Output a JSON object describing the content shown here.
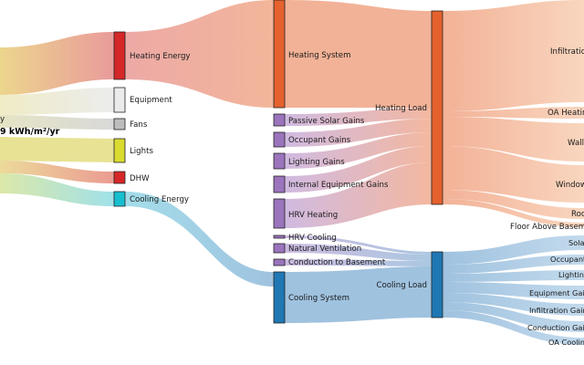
{
  "diagram": {
    "type": "sankey",
    "source_labels": {
      "energy_partial": "y",
      "total_partial": "9 kWh/m²/yr"
    },
    "uses": [
      {
        "key": "heating_energy",
        "label": "Heating Energy",
        "color": "#d62728"
      },
      {
        "key": "equipment",
        "label": "Equipment",
        "color": "#e8e8e8"
      },
      {
        "key": "fans",
        "label": "Fans",
        "color": "#bdbdbd"
      },
      {
        "key": "lights",
        "label": "Lights",
        "color": "#dada30"
      },
      {
        "key": "dhw",
        "label": "DHW",
        "color": "#d62728"
      },
      {
        "key": "cooling_energy",
        "label": "Cooling Energy",
        "color": "#17becf"
      }
    ],
    "systems": [
      {
        "key": "heating_system",
        "label": "Heating System",
        "color": "#e5612d"
      },
      {
        "key": "passive_solar",
        "label": "Passive Solar Gains",
        "color": "#9b74bd"
      },
      {
        "key": "occupant",
        "label": "Occupant Gains",
        "color": "#9b74bd"
      },
      {
        "key": "lighting",
        "label": "Lighting Gains",
        "color": "#9b74bd"
      },
      {
        "key": "internal_equipment",
        "label": "Internal Equipment Gains",
        "color": "#9b74bd"
      },
      {
        "key": "hrv_heating",
        "label": "HRV Heating",
        "color": "#9b74bd"
      },
      {
        "key": "hrv_cooling",
        "label": "HRV Cooling",
        "color": "#9b74bd"
      },
      {
        "key": "natural_ventilation",
        "label": "Natural Ventilation",
        "color": "#9b74bd"
      },
      {
        "key": "conduction_basement",
        "label": "Conduction to Basement",
        "color": "#9b74bd"
      },
      {
        "key": "cooling_system",
        "label": "Cooling System",
        "color": "#1f77b4"
      }
    ],
    "loads": [
      {
        "key": "heating_load",
        "label": "Heating Load",
        "color": "#e5612d"
      },
      {
        "key": "cooling_load",
        "label": "Cooling Load",
        "color": "#1f77b4"
      }
    ],
    "heat_losses": [
      {
        "key": "infiltration",
        "label": "Infiltration"
      },
      {
        "key": "oa_heating",
        "label": "OA Heating"
      },
      {
        "key": "walls",
        "label": "Walls"
      },
      {
        "key": "windows",
        "label": "Windows"
      },
      {
        "key": "roof",
        "label": "Roof"
      },
      {
        "key": "floor_basement",
        "label": "Floor Above Basement"
      }
    ],
    "cool_losses": [
      {
        "key": "solar",
        "label": "Solar"
      },
      {
        "key": "occupants",
        "label": "Occupants"
      },
      {
        "key": "lighting",
        "label": "Lighting"
      },
      {
        "key": "equipment_gains",
        "label": "Equipment Gains"
      },
      {
        "key": "infiltration_gains",
        "label": "Infiltration Gains"
      },
      {
        "key": "conduction_gains",
        "label": "Conduction Gains"
      },
      {
        "key": "oa_cooling",
        "label": "OA Cooling"
      }
    ]
  }
}
